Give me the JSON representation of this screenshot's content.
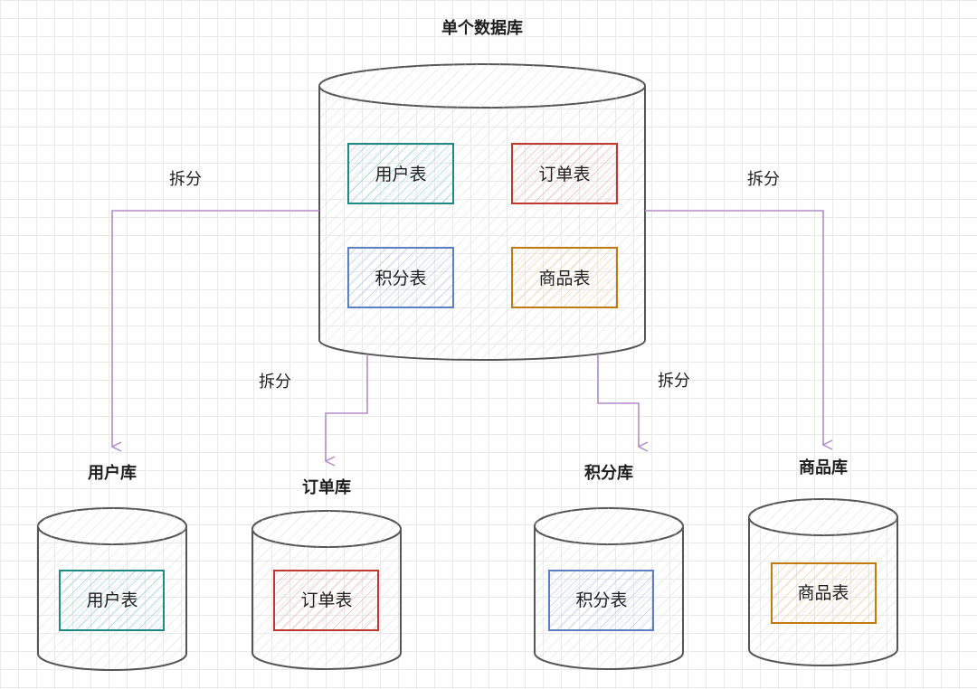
{
  "main_db": {
    "title": "单个数据库",
    "tables": [
      {
        "label": "用户表",
        "color": "#1f8a80"
      },
      {
        "label": "订单表",
        "color": "#c0392b"
      },
      {
        "label": "积分表",
        "color": "#5b7fc0"
      },
      {
        "label": "商品表",
        "color": "#c07a10"
      }
    ]
  },
  "split_dbs": [
    {
      "title": "用户库",
      "table": "用户表",
      "color": "#1f8a80"
    },
    {
      "title": "订单库",
      "table": "订单表",
      "color": "#c0392b"
    },
    {
      "title": "积分库",
      "table": "积分表",
      "color": "#5b7fc0"
    },
    {
      "title": "商品库",
      "table": "商品表",
      "color": "#c07a10"
    }
  ],
  "edge_labels": [
    "拆分",
    "拆分",
    "拆分",
    "拆分"
  ],
  "colors": {
    "arrow": "#b48cc8",
    "outline": "#555555"
  }
}
